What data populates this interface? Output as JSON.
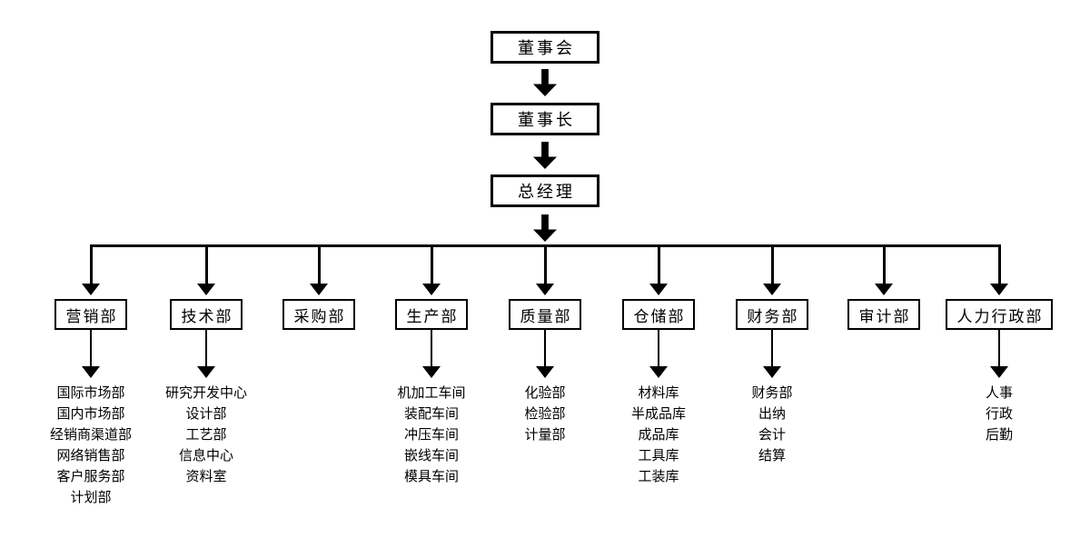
{
  "chart_title": "",
  "colors": {
    "background": "#ffffff",
    "line": "#000000",
    "text": "#000000"
  },
  "chain": [
    {
      "label": "董事会"
    },
    {
      "label": "董事长"
    },
    {
      "label": "总经理"
    }
  ],
  "departments": [
    {
      "id": "marketing",
      "label": "营销部",
      "children": [
        "国际市场部",
        "国内市场部",
        "经销商渠道部",
        "网络销售部",
        "客户服务部",
        "计划部"
      ]
    },
    {
      "id": "technology",
      "label": "技术部",
      "children": [
        "研究开发中心",
        "设计部",
        "工艺部",
        "信息中心",
        "资料室"
      ]
    },
    {
      "id": "purchasing",
      "label": "采购部",
      "children": []
    },
    {
      "id": "production",
      "label": "生产部",
      "children": [
        "机加工车间",
        "装配车间",
        "冲压车间",
        "嵌线车间",
        "模具车间"
      ]
    },
    {
      "id": "quality",
      "label": "质量部",
      "children": [
        "化验部",
        "检验部",
        "计量部"
      ]
    },
    {
      "id": "warehouse",
      "label": "仓储部",
      "children": [
        "材料库",
        "半成品库",
        "成品库",
        "工具库",
        "工装库"
      ]
    },
    {
      "id": "finance",
      "label": "财务部",
      "children": [
        "财务部",
        "出纳",
        "会计",
        "结算"
      ]
    },
    {
      "id": "audit",
      "label": "审计部",
      "children": []
    },
    {
      "id": "hr-admin",
      "label": "人力行政部",
      "children": [
        "人事",
        "行政",
        "后勤"
      ]
    }
  ]
}
